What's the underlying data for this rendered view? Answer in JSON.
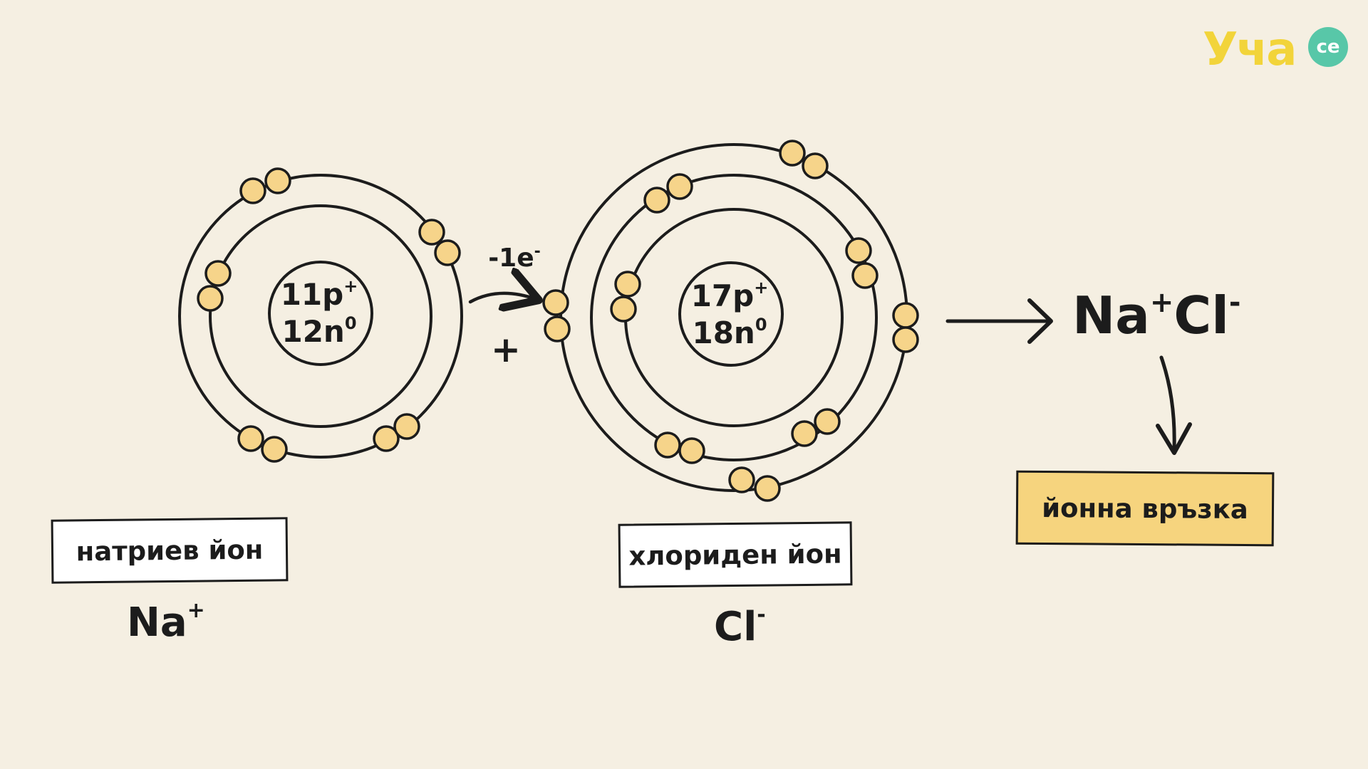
{
  "sodium_atom": {
    "nucleus_line1": "11p",
    "nucleus_line1_sup": "+",
    "nucleus_line2": "12n",
    "nucleus_line2_sup": "0"
  },
  "chlorine_atom": {
    "nucleus_line1": "17p",
    "nucleus_line1_sup": "+",
    "nucleus_line2": "18n",
    "nucleus_line2_sup": "0"
  },
  "transfer": {
    "label": "-1e",
    "label_sup": "-",
    "plus_sign": "+"
  },
  "product": {
    "na": "Na",
    "na_sup": "+",
    "cl": "Cl",
    "cl_sup": "-"
  },
  "labels": {
    "sodium_ion": "натриев йон",
    "chloride_ion": "хлориден йон",
    "ionic_bond": "йонна връзка"
  },
  "symbols": {
    "na": "Na",
    "na_sup": "+",
    "cl": "Cl",
    "cl_sup": "-"
  },
  "logo": {
    "text": "Уча",
    "badge": "се"
  },
  "colors": {
    "background": "#f5efe2",
    "electron_fill": "#f6d48a",
    "stroke": "#1c1c1c",
    "bond_label_fill": "#f6d47e",
    "logo_yellow": "#f2d43a",
    "logo_green": "#58c7a8"
  }
}
